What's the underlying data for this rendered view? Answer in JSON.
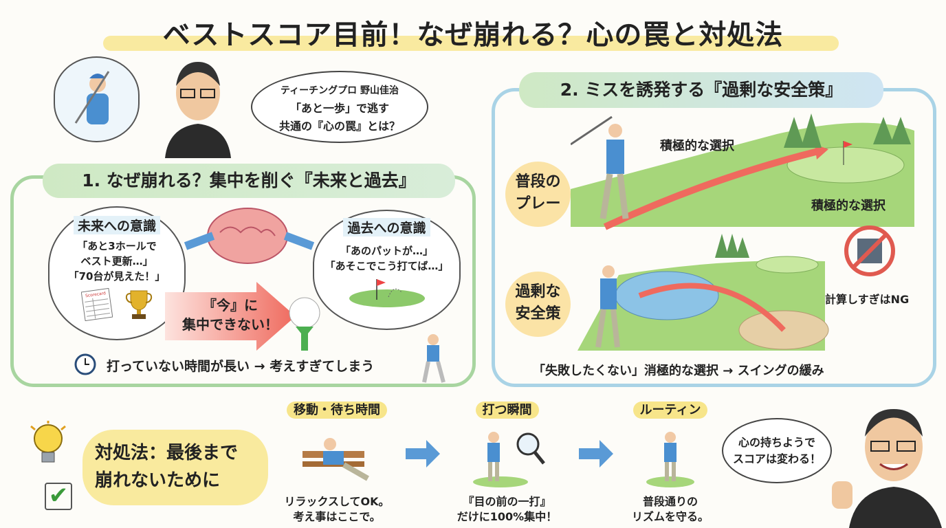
{
  "title": "ベストスコア目前！なぜ崩れる？心の罠と対処法",
  "intro": {
    "line1": "ティーチングプロ 野山佳治",
    "line2": "「あと一歩」で逃す",
    "line3": "共通の『心の罠』とは？"
  },
  "section1": {
    "title": "1. なぜ崩れる？集中を削ぐ『未来と過去』",
    "future": {
      "heading": "未来への意識",
      "lines": [
        "「あと3ホールで",
        "ベスト更新…」",
        "「70台が見えた！」"
      ],
      "scorecard_label": "Scorecard"
    },
    "past": {
      "heading": "過去への意識",
      "lines": [
        "「あのパットが…」",
        "「あそこでこう打てば…」"
      ]
    },
    "arrow_text": [
      "『今』に",
      "集中できない！"
    ],
    "footer": "打っていない時間が長い → 考えすぎてしまう"
  },
  "section2": {
    "title": "2. ミスを誘発する『過剰な安全策』",
    "normal": {
      "label": [
        "普段の",
        "プレー"
      ],
      "caption_top": "積極的な選択",
      "caption_bottom": "積極的な選択"
    },
    "safe": {
      "label": [
        "過剰な",
        "安全策"
      ],
      "ng": "計算しすぎはNG"
    },
    "footer": "「失敗したくない」消極的な選択 → スイングの緩み"
  },
  "solution": {
    "title": [
      "対処法：最後まで",
      "崩れないために"
    ],
    "steps": [
      {
        "label": "移動・待ち時間",
        "text": [
          "リラックスしてOK。",
          "考え事はここで。"
        ]
      },
      {
        "label": "打つ瞬間",
        "text": [
          "『目の前の一打』",
          "だけに100%集中！"
        ]
      },
      {
        "label": "ルーティン",
        "text": [
          "普段通りの",
          "リズムを守る。"
        ]
      }
    ],
    "closing": [
      "心の持ちようで",
      "スコアは変わる！"
    ]
  },
  "colors": {
    "green_border": "#a8d5a0",
    "blue_border": "#a9d3e6",
    "yellow": "#f7e58a",
    "red_arrow": "#ef6a5e",
    "golfer_blue": "#4a8fd0"
  }
}
